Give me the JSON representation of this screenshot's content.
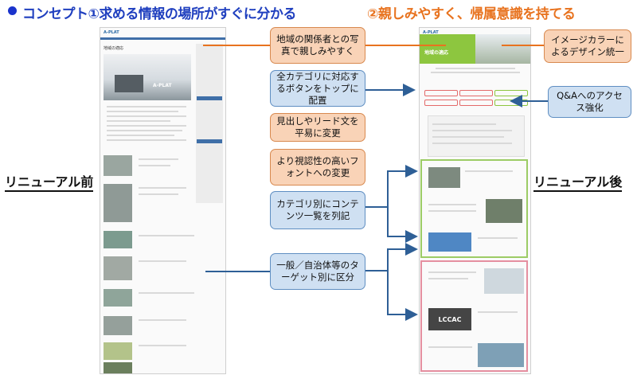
{
  "title": {
    "concept1": "コンセプト①求める情報の場所がすぐに分かる",
    "concept2": "②親しみやすく、帰属意識を持てる"
  },
  "labels": {
    "before": "リニューアル前",
    "after": "リニューアル後"
  },
  "callouts": {
    "photo": "地域の関係者との写真で親しみやすく",
    "buttons": "全カテゴリに対応するボタンをトップに配置",
    "headline": "見出しやリード文を平易に変更",
    "font": "より視認性の高いフォントへの変更",
    "list": "カテゴリ別にコンテンツ一覧を列記",
    "target": "一般／自治体等のターゲット別に区分",
    "color": "イメージカラーによるデザイン統一",
    "qa": "Q&Aへのアクセス強化"
  },
  "mock_text": {
    "before_logo": "A-PLAT",
    "before_heading": "地域の適応",
    "before_banner": "A-PLAT",
    "after_logo": "A-PLAT",
    "after_heading": "地域の適応",
    "after_lccac": "LCCAC"
  },
  "colors": {
    "title_blue": "#1f3fbf",
    "title_orange": "#e8731f",
    "callout_orange_bg": "#f9d3b7",
    "callout_blue_bg": "#cfe0f2",
    "arrow_orange": "#e8731f",
    "arrow_blue": "#2e5f96",
    "after_green": "#8dc63f",
    "frame_green": "#9ccc65",
    "frame_pink": "#e58fa0"
  }
}
